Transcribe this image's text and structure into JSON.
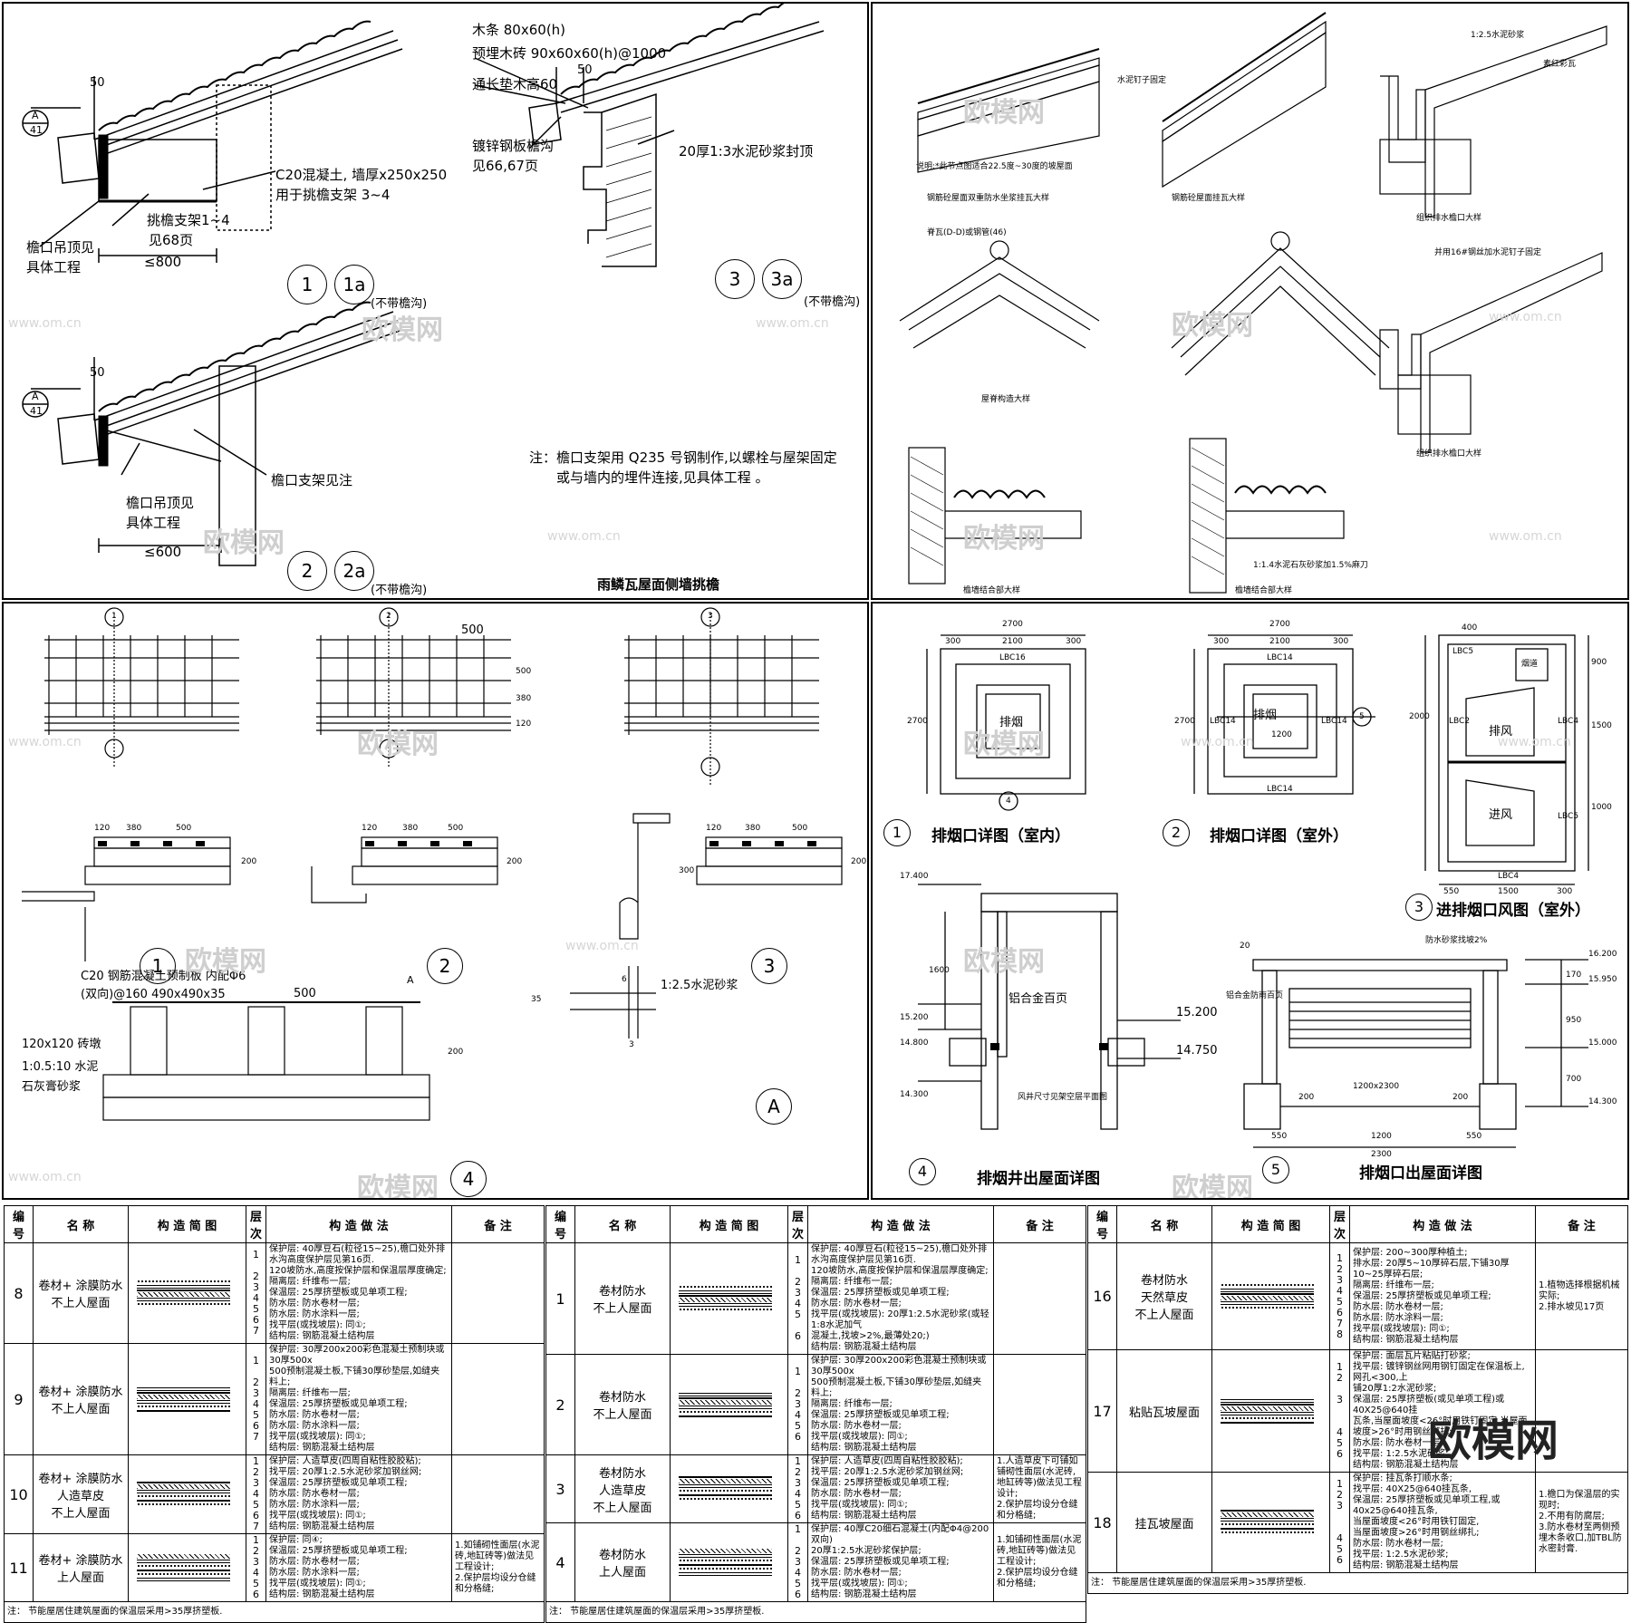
{
  "panel1": {
    "labels": {
      "mutiao": "木条 80x60(h)",
      "yumai": "预埋木砖 90x60x60(h)@1000",
      "tongchang": "通长垫木高60",
      "dim50a": "50",
      "dim50b": "50",
      "dim50c": "50",
      "c20": "C20混凝土, 墙厚x250x250",
      "yongyu": "用于挑檐支架 3~4",
      "tiaoyan": "挑檐支架1~4",
      "jian68": "见68页",
      "diaoding1a": "檐口吊顶见",
      "diaoding1b": "具体工程",
      "le800": "≤800",
      "duxin": "镀锌钢板檐沟",
      "jian66": "见66,67页",
      "fengding": "20厚1:3水泥砂浆封顶",
      "zhijia": "檐口支架见注",
      "diaoding2a": "檐口吊顶见",
      "diaoding2b": "具体工程",
      "le600": "≤600",
      "note1": "注：檐口支架用 Q235 号钢制作,以螺栓与屋架固定",
      "note2": "或与墙内的埋件连接,见具体工程 。",
      "title": "雨鳞瓦屋面侧墙挑檐",
      "a_top": "A",
      "a_bot": "41",
      "c1": "1",
      "c1a": "1a",
      "c3": "3",
      "c3a": "3a",
      "c2": "2",
      "c2a": "2a",
      "budai1": "(不带檐沟)",
      "budai2": "(不带檐沟)",
      "budai3": "(不带檐沟)"
    }
  },
  "panel2": {
    "labels": {
      "t1": "钢筋砼屋面双重防水坐浆挂瓦大样",
      "t2": "钢筋砼屋面挂瓦大样",
      "t3": "组织排水檐口大样",
      "t4": "屋脊构造大样",
      "t5": "组织排水檐口大样",
      "t6": "檐墙结合部大样",
      "t7": "檐墙结合部大样",
      "n1": "1:2.5水泥砂浆",
      "n2": "素红彩瓦",
      "n3": "水泥钉子固定",
      "n4": "脊瓦(D-D)或钢管(46)",
      "n5": "说明:*此节点图适合22.5度~30度的坡屋面",
      "n6": "1:1.4水泥石灰砂浆加1.5%麻刀",
      "n7": "并用16#钢丝加水泥钉子固定"
    }
  },
  "panel3": {
    "labels": {
      "d500a": "500",
      "d500b": "500",
      "d380": "380",
      "d120": "120",
      "r120a": "120",
      "r380a": "380",
      "r500a": "500",
      "r120b": "120",
      "r380b": "380",
      "r500b": "500",
      "r120c": "120",
      "r380c": "380",
      "r500c": "500",
      "d200a": "200",
      "d200b": "200",
      "d200c": "200",
      "d300": "300",
      "c20": "C20 钢筋混凝土预制板 内配Φ6",
      "shuangxiang": "(双向)@160  490x490x35",
      "d500c": "500",
      "zhuandun": "120x120 砖墩",
      "shuini": "1:0.5:10 水泥",
      "shihui": "石灰膏砂浆",
      "d200d": "200",
      "shajiang": "1:2.5水泥砂浆",
      "d6": "6",
      "d3": "3",
      "d35": "35",
      "ca": "A",
      "ca2": "A",
      "s1": "1",
      "s2": "2",
      "s3": "3",
      "s4": "4",
      "b1": "1",
      "b2": "2",
      "b3": "3"
    }
  },
  "panel4": {
    "labels": {
      "d2700a": "2700",
      "d300a": "300",
      "d2100a": "2100",
      "d300b": "300",
      "lbc16": "LBC16",
      "paiyan1": "排烟",
      "d2700b": "2700",
      "d2700c": "2700",
      "d300c": "300",
      "d2100b": "2100",
      "d300d": "300",
      "lbc14": "LBC14",
      "paiyan2": "排烟",
      "d1200": "1200",
      "lbc14b": "LBC14",
      "lbc14c": "LBC14",
      "lbc14d": "LBC14",
      "d2700d": "2700",
      "t1": "排烟口详图（室内）",
      "t2": "排烟口详图（室外）",
      "t3": "进排烟口风图（室外）",
      "lbc5": "LBC5",
      "yandao": "烟道",
      "paifeng": "排风",
      "jinfeng": "进风",
      "lbc2": "LBC2",
      "lbc4": "LBC4",
      "lbc5b": "LBC5",
      "lbc4b": "LBC4",
      "d550": "550",
      "d1500": "1500",
      "d300e": "300",
      "d400": "400",
      "d900": "900",
      "d2000": "2000",
      "d1500b": "1500",
      "d1000": "1000",
      "e17400": "17.400",
      "d1600": "1600",
      "lvhejin": "铝合金百页",
      "e15200": "15.200",
      "e14800": "14.800",
      "e14300": "14.300",
      "e15200b": "15.200",
      "e14750": "14.750",
      "fengjing": "风井尺寸见架空层平面图",
      "t4": "排烟井出屋面详图",
      "e16200": "16.200",
      "e15950": "15.950",
      "e15000": "15.000",
      "e14300b": "14.300",
      "lvbaiye": "铝合金防雨百页",
      "fangshui": "防水砂浆找坡2%",
      "d200a": "200",
      "d1200b": "1200x2300",
      "d200b": "200",
      "d2300": "2300",
      "d550b": "550",
      "d1200c": "1200",
      "d550c": "550",
      "t5": "排烟口出屋面详图",
      "c1": "1",
      "c2": "2",
      "c3": "3",
      "c4": "4",
      "c5": "5",
      "d20": "20",
      "d170": "170",
      "d950": "950",
      "d700": "700"
    }
  },
  "tables": {
    "headers": {
      "bh": "编号",
      "mc": "名  称",
      "gz": "构 造 简 图",
      "cc": "层次",
      "zf": "构  造  做  法",
      "bz": "备    注"
    },
    "footer": "注： 节能屋居住建筑屋面的保温层采用>35厚挤塑板.",
    "left": [
      {
        "no": "8",
        "name": "卷材+ 涂膜防水\n不上人屋面",
        "layers": "1\n\n2\n3\n4\n5\n6\n7",
        "method": "保护层: 40厚豆石(粒径15~25),檐口处外排水沟高度保护层见第16页.\n120坡防水,高度按保护层和保温层厚度确定;\n隔离层: 纤维布一层;\n保温层: 25厚挤塑板或见单项工程;\n防水层: 防水卷材一层;\n防水层: 防水涂料一层;\n找平层(或找坡层): 同①;\n结构层: 钢筋混凝土结构层",
        "remark": ""
      },
      {
        "no": "9",
        "name": "卷材+ 涂膜防水\n不上人屋面",
        "layers": "1\n\n2\n3\n4\n5\n6\n7",
        "method": "保护层: 30厚200x200彩色混凝土预制块或30厚500x\n500预制混凝土板,下铺30厚砂垫层,如缝夹料上;\n隔离层: 纤维布一层;\n保温层: 25厚挤塑板或见单项工程;\n防水层: 防水卷材一层;\n防水层: 防水涂料一层;\n找平层(或找坡层): 同①;\n结构层: 钢筋混凝土结构层",
        "remark": ""
      },
      {
        "no": "10",
        "name": "卷材+ 涂膜防水\n人造草皮\n不上人屋面",
        "layers": "1\n2\n3\n4\n5\n6\n7",
        "method": "保护层: 人造草皮(四周自粘性胶胶粘);\n找平层: 20厚1:2.5水泥砂浆加钢丝网;\n保温层: 25厚挤塑板或见单项工程;\n防水层: 防水卷材一层;\n防水层: 防水涂料一层;\n找平层(或找坡层): 同①;\n结构层: 钢筋混凝土结构层",
        "remark": ""
      },
      {
        "no": "11",
        "name": "卷材+ 涂膜防水\n上人屋面",
        "layers": "1\n2\n3\n4\n5\n6",
        "method": "保护层: 同④;\n保温层: 25厚挤塑板或见单项工程;\n防水层: 防水卷材一层;\n防水层: 防水涂料一层;\n找平层(或找坡层): 同①;\n结构层: 钢筋混凝土结构层",
        "remark": "1.如铺砌性面层(水泥砖,地缸砖等)做法见工程设计;\n2.保护层均设分仓缝和分格缝;"
      }
    ],
    "middle": [
      {
        "no": "1",
        "name": "卷材防水\n不上人屋面",
        "layers": "1\n\n2\n3\n4\n5\n\n6",
        "method": "保护层: 40厚豆石(粒径15~25),檐口处外排水沟高度保护层见第16页.\n120坡防水,高度按保护层和保温层厚度确定;\n隔离层: 纤维布一层;\n保温层: 25厚挤塑板或见单项工程;\n防水层: 防水卷材一层;\n找平层(或找坡层): 20厚1:2.5水泥砂浆(或轻1:8水泥加气\n混凝土,找坡>2%,最薄处20;)\n结构层: 钢筋混凝土结构层",
        "remark": ""
      },
      {
        "no": "2",
        "name": "卷材防水\n不上人屋面",
        "layers": "1\n\n2\n3\n4\n5\n6",
        "method": "保护层: 30厚200x200彩色混凝土预制块或30厚500x\n500预制混凝土板,下铺30厚砂垫层,如缝夹料上;\n隔离层: 纤维布一层;\n保温层: 25厚挤塑板或见单项工程;\n防水层: 防水卷材一层;\n找平层(或找坡层): 同①;\n结构层: 钢筋混凝土结构层",
        "remark": ""
      },
      {
        "no": "3",
        "name": "卷材防水\n人造草皮\n不上人屋面",
        "layers": "1\n2\n3\n4\n5\n6",
        "method": "保护层: 人造草皮(四周自粘性胶胶粘);\n找平层: 20厚1:2.5水泥砂浆加钢丝网;\n保温层: 25厚挤塑板或见单项工程;\n防水层: 防水卷材一层;\n找平层(或找坡层): 同①;\n结构层: 钢筋混凝土结构层",
        "remark": "1.人造草皮下可铺如铺砌性面层(水泥砖,地缸砖等)做法见工程设计;\n2.保护层均设分仓缝和分格缝;"
      },
      {
        "no": "4",
        "name": "卷材防水\n上人屋面",
        "layers": "1\n\n2\n3\n4\n5\n6",
        "method": "保护层: 40厚C20细石混凝土(内配Φ4@200双向)\n20厚1:2.5水泥砂浆保护层;\n保温层: 25厚挤塑板或见单项工程;\n防水层: 防水卷材一层;\n找平层(或找坡层): 同①;\n结构层: 钢筋混凝土结构层",
        "remark": "1.如铺砌性面层(水泥砖,地缸砖等)做法见工程设计;\n2.保护层均设分仓缝和分格缝;"
      }
    ],
    "right": [
      {
        "no": "16",
        "name": "卷材防水\n天然草皮\n不上人屋面",
        "layers": "1\n2\n3\n4\n5\n6\n7\n8",
        "method": "保护层: 200~300厚种植土;\n排水层: 20厚5~10厚碎石层,下铺30厚10~25厚碎石层;\n隔离层: 纤维布一层;\n保温层: 25厚挤塑板或见单项工程;\n防水层: 防水卷材一层;\n防水层: 防水涂料一层;\n找平层(或找坡层): 同①;\n结构层: 钢筋混凝土结构层",
        "remark": "1.植物选择根据机械实际;\n2.排水坡见17页"
      },
      {
        "no": "17",
        "name": "粘贴瓦坡屋面",
        "layers": "1\n2\n\n3\n\n\n4\n5\n6",
        "method": "保护层: 面层瓦片粘贴打砂浆;\n找平层: 镀锌钢丝网用钢钉固定在保温板上,网孔<300,上\n铺20厚1:2水泥砂浆;\n保温层: 25厚挤塑板(或见单项工程)或40X25@640挂\n瓦条,当屋面坡度<26°时用铁钉固定,当屋面\n坡度>26°时用钢丝绑扎;\n防水层: 防水卷材一层;\n找平层: 1:2.5水泥砂浆;\n结构层: 钢筋混凝土结构层",
        "remark": ""
      },
      {
        "no": "18",
        "name": "挂瓦坡屋面",
        "layers": "1\n2\n3\n\n\n4\n5\n6",
        "method": "保护层: 挂瓦条打顺水条;\n找平层: 40X25@640挂瓦条,\n保温层: 25厚挤塑板或见单项工程,或40x25@640挂瓦条,\n当屋面坡度<26°时用铁钉固定,\n当屋面坡度>26°时用钢丝绑扎;\n防水层: 防水卷材一层;\n找平层: 1:2.5水泥砂浆;\n结构层: 钢筋混凝土结构层",
        "remark": "1.檐口为保温层的实现时;\n2.不用有防腐层;\n3.防水卷材至两侧预埋木条收口,加TBL防水密封膏."
      }
    ]
  },
  "watermark": {
    "brand": "欧模网",
    "url": "www.om.cn",
    "big": "欧模网"
  }
}
